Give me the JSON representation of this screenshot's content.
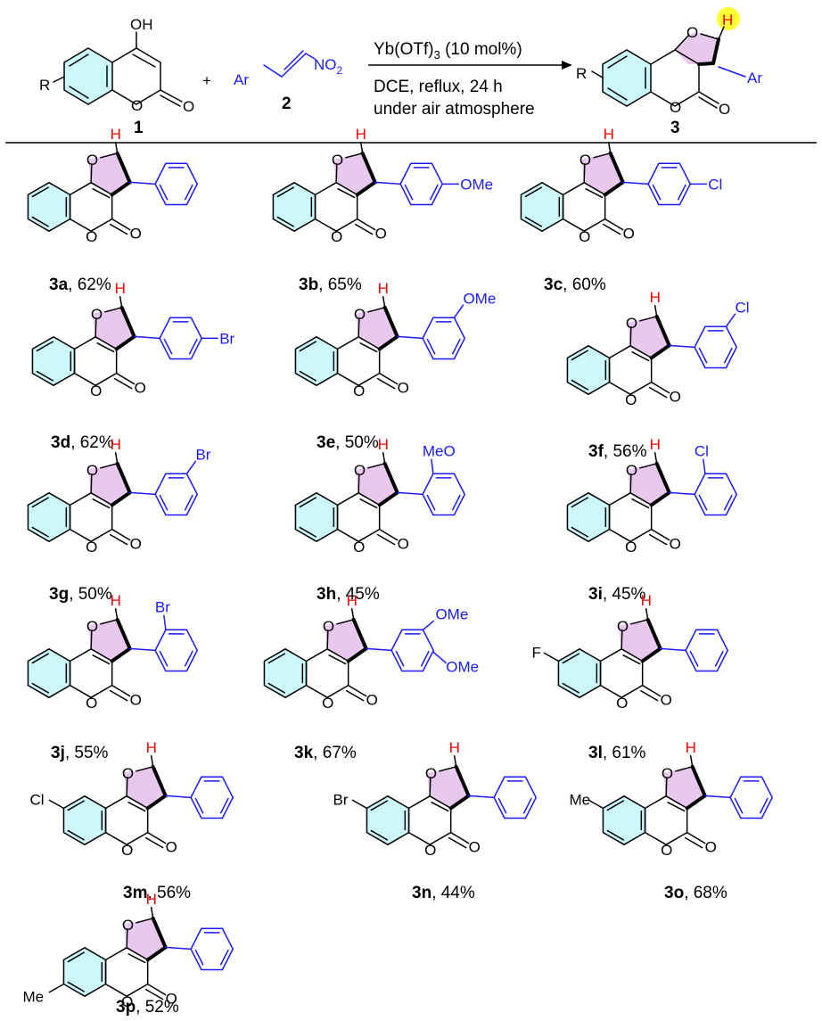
{
  "reaction": {
    "r_label": "R",
    "oh_label": "OH",
    "o_label": "O",
    "plus": "+",
    "ar_label": "Ar",
    "nitro_label": "NO",
    "nitro_sub": "2",
    "cmp1": "1",
    "cmp2": "2",
    "cmp3": "3",
    "cond_line1_a": "Yb(OTf)",
    "cond_line1_sub": "3",
    "cond_line1_b": " (10 mol%)",
    "cond_line2": "DCE, reflux, 24 h",
    "cond_line3": "under air atmosphere",
    "h_label": "H"
  },
  "products": [
    {
      "id": "3a",
      "yield": ", 62%",
      "aryl": "phenyl",
      "sub": "",
      "subpos": "",
      "core": "H",
      "corepos": ""
    },
    {
      "id": "3b",
      "yield": ", 65%",
      "aryl": "sub",
      "sub": "OMe",
      "subpos": "para",
      "core": "H",
      "corepos": ""
    },
    {
      "id": "3c",
      "yield": ", 60%",
      "aryl": "sub",
      "sub": "Cl",
      "subpos": "para",
      "core": "H",
      "corepos": ""
    },
    {
      "id": "3d",
      "yield": ", 62%",
      "aryl": "sub",
      "sub": "Br",
      "subpos": "para",
      "core": "H",
      "corepos": ""
    },
    {
      "id": "3e",
      "yield": ", 50%",
      "aryl": "sub",
      "sub": "OMe",
      "subpos": "meta",
      "core": "H",
      "corepos": ""
    },
    {
      "id": "3f",
      "yield": ", 56%",
      "aryl": "sub",
      "sub": "Cl",
      "subpos": "meta",
      "core": "H",
      "corepos": ""
    },
    {
      "id": "3g",
      "yield": ", 50%",
      "aryl": "sub",
      "sub": "Br",
      "subpos": "meta",
      "core": "H",
      "corepos": ""
    },
    {
      "id": "3h",
      "yield": ", 45%",
      "aryl": "sub",
      "sub": "MeO",
      "subpos": "ortho",
      "core": "H",
      "corepos": ""
    },
    {
      "id": "3i",
      "yield": ", 45%",
      "aryl": "sub",
      "sub": "Cl",
      "subpos": "ortho",
      "core": "H",
      "corepos": ""
    },
    {
      "id": "3j",
      "yield": ", 55%",
      "aryl": "sub",
      "sub": "Br",
      "subpos": "ortho",
      "core": "H",
      "corepos": ""
    },
    {
      "id": "3k",
      "yield": ", 67%",
      "aryl": "di",
      "sub": "OMe",
      "subpos": "meta-para",
      "core": "H",
      "corepos": ""
    },
    {
      "id": "3l",
      "yield": ", 61%",
      "aryl": "phenyl",
      "sub": "",
      "subpos": "",
      "core": "F",
      "corepos": "6"
    },
    {
      "id": "3m",
      "yield": ", 56%",
      "aryl": "phenyl",
      "sub": "",
      "subpos": "",
      "core": "Cl",
      "corepos": "6"
    },
    {
      "id": "3n",
      "yield": ", 44%",
      "aryl": "phenyl",
      "sub": "",
      "subpos": "",
      "core": "Br",
      "corepos": "6"
    },
    {
      "id": "3o",
      "yield": ", 68%",
      "aryl": "phenyl",
      "sub": "",
      "subpos": "",
      "core": "Me",
      "corepos": "6"
    },
    {
      "id": "3p",
      "yield": ", 52%",
      "aryl": "phenyl",
      "sub": "",
      "subpos": "",
      "core": "Me",
      "corepos": "7"
    }
  ],
  "colors": {
    "benzo_fill": "#ccf7fb",
    "furan_fill": "#e9c8f0",
    "aryl_blue": "#1a1aff",
    "h_red": "#ff0000",
    "highlight": "#ffff33"
  }
}
